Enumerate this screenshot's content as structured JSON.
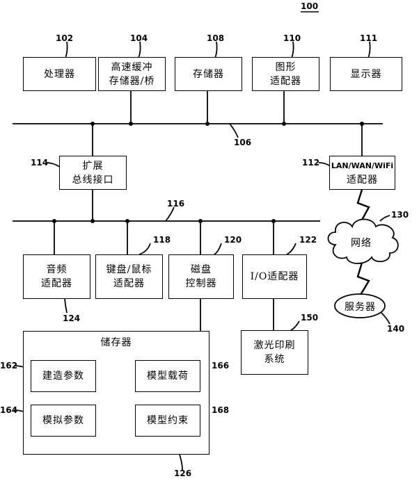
{
  "figure_ref": "100",
  "processor": {
    "ref": "102",
    "line1": "处理器"
  },
  "cache": {
    "ref": "104",
    "line1": "高速缓冲",
    "line2": "存储器/桥"
  },
  "memory": {
    "ref": "108",
    "line1": "存储器"
  },
  "graphics": {
    "ref": "110",
    "line1": "图形",
    "line2": "适配器"
  },
  "display": {
    "ref": "111",
    "line1": "显示器"
  },
  "system_bus": {
    "ref": "106"
  },
  "expansion": {
    "ref": "114",
    "line1": "扩展",
    "line2": "总线接口"
  },
  "lan": {
    "ref": "112",
    "line1": "LAN/WAN/WiFi",
    "line2": "适配器"
  },
  "network": {
    "ref": "130",
    "label": "网络"
  },
  "server": {
    "ref": "140",
    "label": "服务器"
  },
  "io_bus": {
    "ref": "116"
  },
  "audio": {
    "ref": "124",
    "line1": "音频",
    "line2": "适配器"
  },
  "keyboard": {
    "ref": "118",
    "line1": "键盘/鼠标",
    "line2": "适配器"
  },
  "disk": {
    "ref": "120",
    "line1": "磁盘",
    "line2": "控制器"
  },
  "io_adapter": {
    "ref": "122",
    "line1": "I/O适配器"
  },
  "printer": {
    "ref": "150",
    "line1": "激光印刷",
    "line2": "系统"
  },
  "storage": {
    "ref": "126",
    "title": "储存器",
    "build_params": {
      "ref": "162",
      "label": "建造参数"
    },
    "sim_params": {
      "ref": "164",
      "label": "模拟参数"
    },
    "model_load": {
      "ref": "166",
      "label": "模型载荷"
    },
    "model_constraint": {
      "ref": "168",
      "label": "模型约束"
    }
  }
}
